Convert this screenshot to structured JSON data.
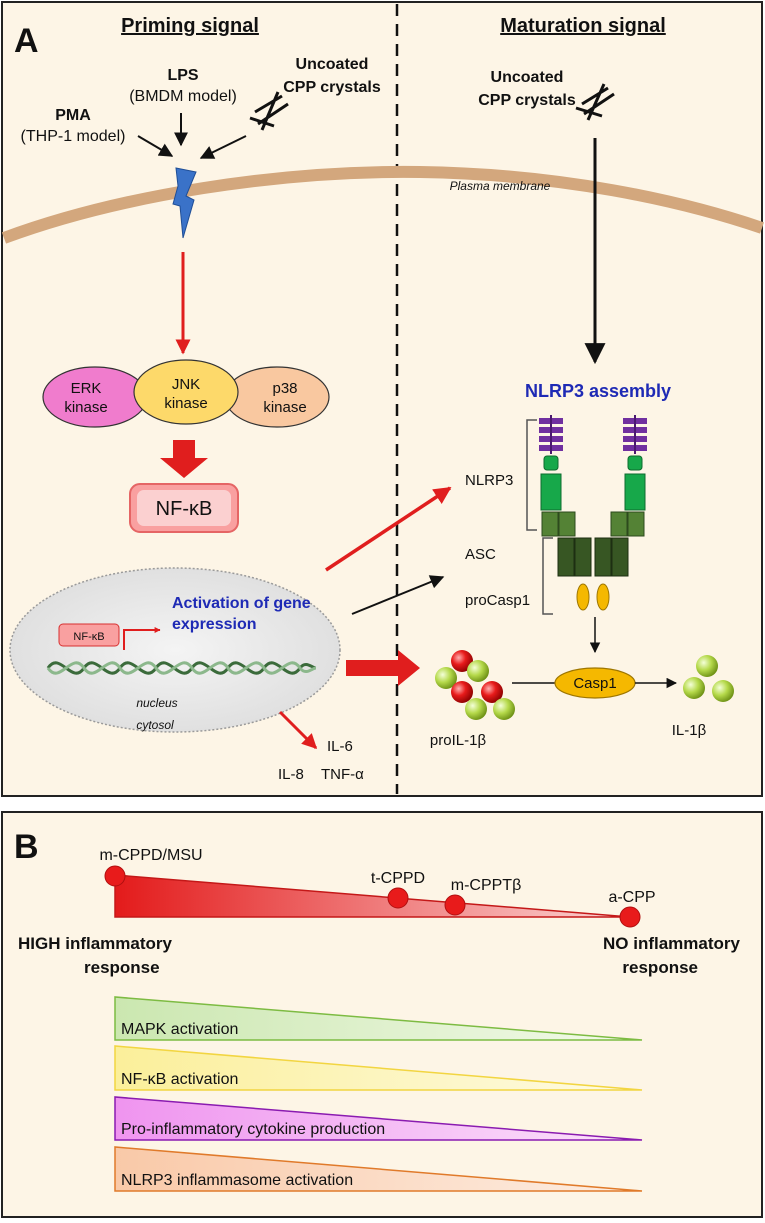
{
  "panel_a": {
    "letter": "A",
    "priming_header": "Priming signal",
    "maturation_header": "Maturation signal",
    "lps_title": "LPS",
    "lps_model": "(BMDM model)",
    "pma_title": "PMA",
    "pma_model": "(THP-1 model)",
    "uncoated_line1": "Uncoated",
    "uncoated_line2": "CPP crystals",
    "plasma_membrane": "Plasma membrane",
    "erk": [
      "ERK",
      "kinase"
    ],
    "jnk": [
      "JNK",
      "kinase"
    ],
    "p38": [
      "p38",
      "kinase"
    ],
    "nfkb": "NF-κB",
    "nfkb_small": "NF-κB",
    "activation_line1": "Activation of gene",
    "activation_line2": "expression",
    "nucleus": "nucleus",
    "cytosol": "cytosol",
    "il8": "IL-8",
    "il6": "IL-6",
    "tnfa": "TNF-α",
    "nlrp3_assembly": "NLRP3 assembly",
    "nlrp3": "NLRP3",
    "asc": "ASC",
    "procasp1": "proCasp1",
    "casp1": "Casp1",
    "proil1b": "proIL-1β",
    "il1b": "IL-1β"
  },
  "panel_b": {
    "letter": "B",
    "crystals": [
      "m-CPPD/MSU",
      "t-CPPD",
      "m-CPPTβ",
      "a-CPP"
    ],
    "high_line1": "HIGH inflammatory",
    "high_line2": "response",
    "no_line1": "NO inflammatory",
    "no_line2": "response",
    "gradients": [
      {
        "label": "MAPK activation",
        "color": "#7dbb42"
      },
      {
        "label": "NF-κB activation",
        "color": "#f2d541"
      },
      {
        "label": "Pro-inflammatory cytokine production",
        "color": "#8a1bb0"
      },
      {
        "label": "NLRP3 inflammasome activation",
        "color": "#e07a2a"
      }
    ]
  },
  "colors": {
    "background": "#fdf5e6",
    "membrane": "#d3a77d",
    "red_arrow": "#e01e1e",
    "erk": "#f07ccd",
    "jnk": "#fdd96a",
    "p38": "#f9c8a0",
    "nlrp3_purple": "#7030a0",
    "nlrp3_green": "#17a84a",
    "asc_green": "#548235",
    "casp_dark": "#375623",
    "casp_yellow": "#f5b800"
  }
}
